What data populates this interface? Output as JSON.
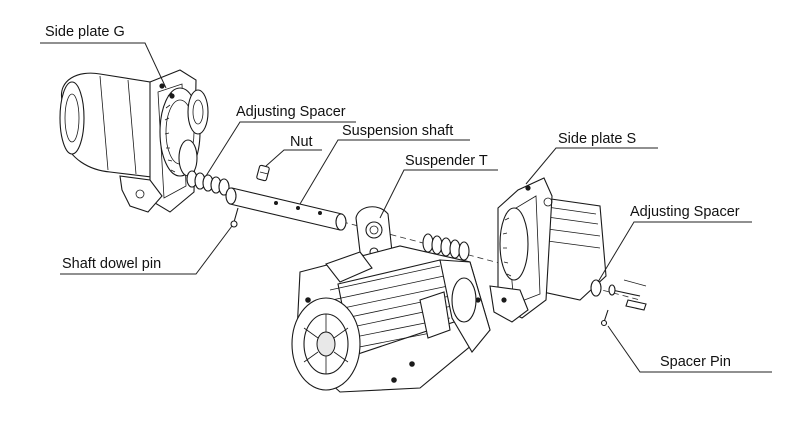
{
  "labels": {
    "side_plate_g": "Side plate G",
    "adjusting_spacer_left": "Adjusting Spacer",
    "nut": "Nut",
    "suspension_shaft": "Suspension shaft",
    "suspender_t": "Suspender T",
    "side_plate_s": "Side plate S",
    "adjusting_spacer_right": "Adjusting Spacer",
    "shaft_dowel_pin": "Shaft dowel pin",
    "spacer_pin": "Spacer Pin"
  },
  "colors": {
    "line": "#1a1a1a",
    "background": "#ffffff"
  }
}
